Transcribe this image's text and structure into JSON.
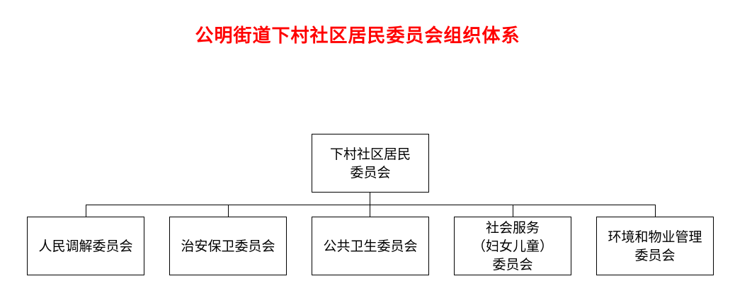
{
  "title": "公明街道下村社区居民委员会组织体系",
  "root": "下村社区居民\n委员会",
  "children": [
    "人民调解委员会",
    "治安保卫委员会",
    "公共卫生委员会",
    "社会服务\n（妇女儿童）\n委员会",
    "环境和物业管理\n委员会"
  ]
}
